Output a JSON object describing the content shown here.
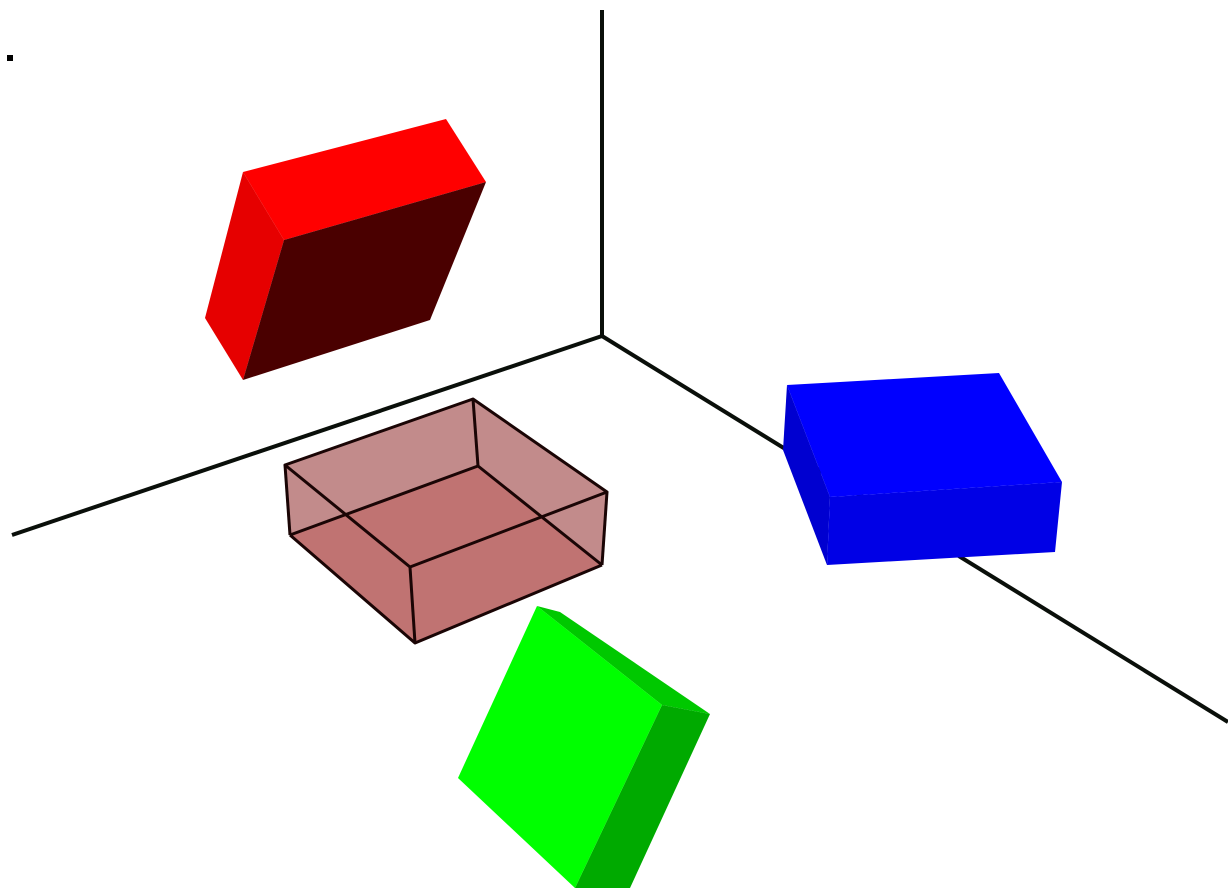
{
  "scene": {
    "background": "#ffffff",
    "axes": {
      "color": "#0a0f0a"
    },
    "solid_boxes": [
      {
        "name": "red-box",
        "colors": {
          "front": "#4a0000",
          "side": "#e60000",
          "top": "#ff0000"
        }
      },
      {
        "name": "blue-box",
        "colors": {
          "top": "#0000ff",
          "front": "#0000e6",
          "side": "#0000d0"
        }
      },
      {
        "name": "green-box",
        "colors": {
          "top": "#00ff00",
          "side": "#00aa00",
          "cap": "#00c800"
        }
      }
    ],
    "translucent_box": {
      "name": "translucent-box",
      "fill": "#a85a5a",
      "fill_inner": "#c0605e",
      "edge_color": "#1a0505"
    }
  }
}
